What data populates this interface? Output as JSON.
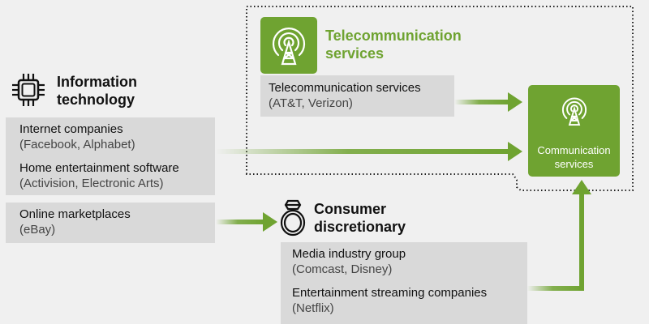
{
  "colors": {
    "accent_green": "#6fa331",
    "box_gray": "#d9d9d9",
    "background": "#f0f0f0"
  },
  "information_technology": {
    "icon": "microchip-icon",
    "heading_line1": "Information",
    "heading_line2": "technology",
    "groups": [
      {
        "items": [
          {
            "title": "Internet companies",
            "examples": "(Facebook, Alphabet)"
          },
          {
            "title": "Home entertainment software",
            "examples": "(Activision, Electronic Arts)"
          }
        ]
      },
      {
        "items": [
          {
            "title": "Online marketplaces",
            "examples": "(eBay)"
          }
        ]
      }
    ]
  },
  "telecommunication_services": {
    "icon": "cell-tower-icon",
    "heading_line1": "Telecommunication",
    "heading_line2": "services",
    "items": [
      {
        "title": "Telecommunication services",
        "examples": "(AT&T, Verizon)"
      }
    ]
  },
  "consumer_discretionary": {
    "icon": "ring-icon",
    "heading_line1": "Consumer",
    "heading_line2": "discretionary",
    "items": [
      {
        "title": "Media industry group",
        "examples": "(Comcast, Disney)"
      },
      {
        "title": "Entertainment streaming companies",
        "examples": "(Netflix)"
      }
    ]
  },
  "communication_services": {
    "icon": "cell-tower-icon",
    "label_line1": "Communication",
    "label_line2": "services"
  },
  "arrows": [
    {
      "from": "Telecommunication services",
      "to": "Communication services"
    },
    {
      "from": "Internet companies / Home entertainment software",
      "to": "Communication services"
    },
    {
      "from": "Online marketplaces",
      "to": "Consumer discretionary"
    },
    {
      "from": "Entertainment streaming companies",
      "to": "Communication services"
    }
  ]
}
